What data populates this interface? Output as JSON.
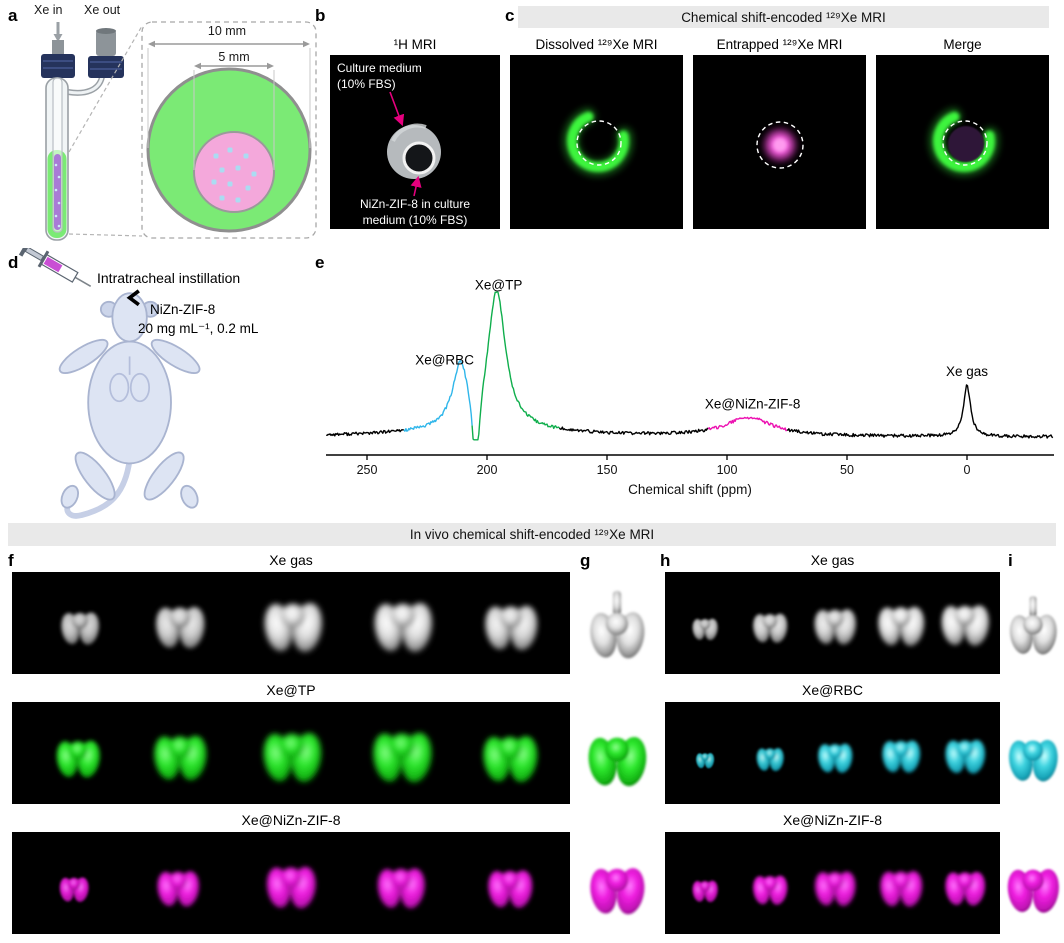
{
  "figure": {
    "header_c": "Chemical shift-encoded ¹²⁹Xe MRI",
    "header_invivo": "In vivo chemical shift-encoded ¹²⁹Xe MRI"
  },
  "panels": {
    "a": {
      "label": "a",
      "xe_in": "Xe in",
      "xe_out": "Xe out",
      "outer_diameter": "10 mm",
      "inner_diameter": "5 mm"
    },
    "b": {
      "label": "b",
      "title": "¹H MRI",
      "culture_medium_note": "Culture medium\n(10% FBS)",
      "sample_note": "NiZn-ZIF-8 in culture\nmedium (10% FBS)"
    },
    "c": {
      "label": "c",
      "image_titles": [
        "Dissolved ¹²⁹Xe MRI",
        "Entrapped ¹²⁹Xe MRI",
        "Merge"
      ]
    },
    "d": {
      "label": "d",
      "procedure": "Intratracheal instillation",
      "agent": "NiZn-ZIF-8",
      "dose": "20 mg mL⁻¹, 0.2 mL"
    },
    "e": {
      "label": "e"
    },
    "f": {
      "label": "f",
      "row_titles": [
        "Xe gas",
        "Xe@TP",
        "Xe@NiZn-ZIF-8"
      ]
    },
    "g": {
      "label": "g"
    },
    "h": {
      "label": "h",
      "row_titles": [
        "Xe gas",
        "Xe@RBC",
        "Xe@NiZn-ZIF-8"
      ]
    },
    "i": {
      "label": "i"
    }
  },
  "colors": {
    "culture_medium_green": "#7bea75",
    "zif_suspension_pink": "#f4a8db",
    "annotation_magenta": "#e6007e",
    "dissolved_xe_green": "#3df53d",
    "xe_tp_green": "#0fae4c",
    "xe_rbc_cyan": "#2fb6ea",
    "xe_zif_magenta": "#ec0fb0",
    "lung_gray": "#d9d9d9",
    "lung_green": "#17d417",
    "lung_cyan": "#1fb9c9",
    "lung_magenta": "#e816e8",
    "header_bar_gray": "#e9e9e9"
  },
  "chart_data": {
    "type": "line",
    "title": "",
    "xlabel": "Chemical shift (ppm)",
    "ylabel": "",
    "x_ticks": [
      250,
      200,
      150,
      100,
      50,
      0
    ],
    "x_range_ppm": [
      267,
      -36
    ],
    "x_axis_reversed": true,
    "grid": false,
    "peaks": [
      {
        "name": "Xe@RBC",
        "ppm": 211,
        "rel_height": 0.44,
        "width_ppm": 8,
        "color": "#2fb6ea",
        "segment_ppm": [
          235,
          206.2
        ]
      },
      {
        "name": "Xe@TP",
        "ppm": 196,
        "rel_height": 0.97,
        "width_ppm": 9,
        "color": "#0fae4c",
        "segment_ppm": [
          206.2,
          170
        ]
      },
      {
        "name": "Xe@NiZn-ZIF-8",
        "ppm": 91,
        "rel_height": 0.13,
        "width_ppm": 24,
        "color": "#ec0fb0",
        "segment_ppm": [
          108,
          75
        ]
      },
      {
        "name": "Xe gas",
        "ppm": 0,
        "rel_height": 0.36,
        "width_ppm": 3.5,
        "color": "#000000",
        "segment_ppm": null
      }
    ]
  }
}
